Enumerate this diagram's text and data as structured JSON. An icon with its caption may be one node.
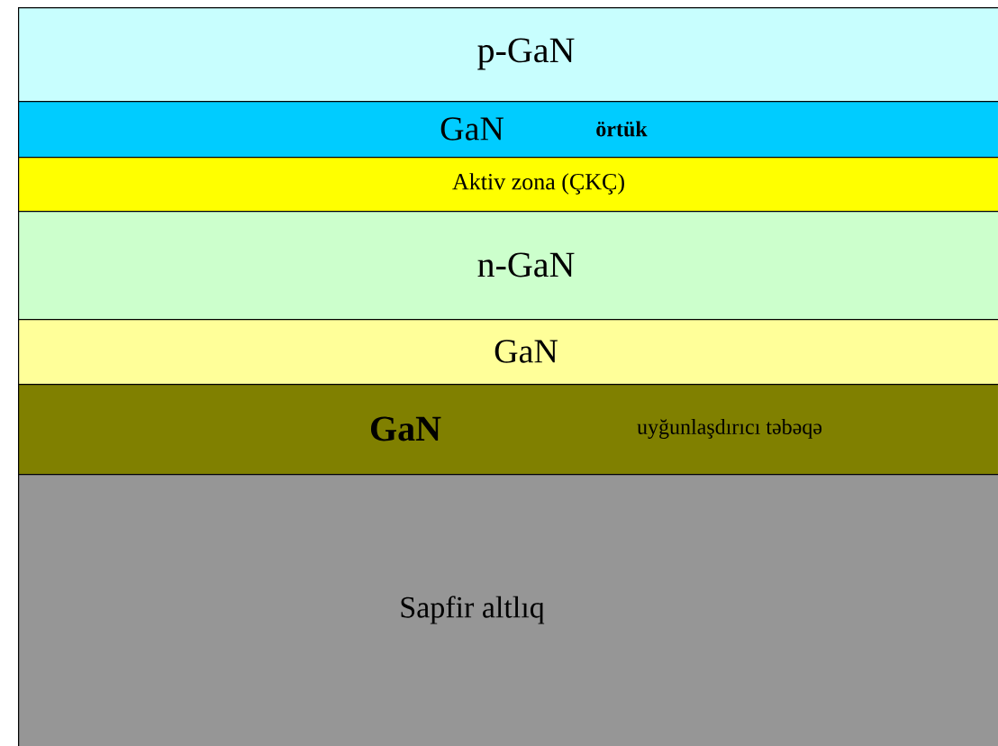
{
  "diagram": {
    "nodes": [
      {
        "text": [
          "p-GaN"
        ]
      },
      {
        "text": [
          "GaN",
          "örtük"
        ]
      },
      {
        "text": [
          "Aktiv zona (ÇKÇ)"
        ]
      },
      {
        "text": [
          "n-GaN"
        ]
      },
      {
        "text": [
          "GaN"
        ]
      },
      {
        "text": [
          "GaN",
          "uyğunlaşdırıcı təbəqə"
        ]
      },
      {
        "text": [
          "Sapfir altlıq"
        ]
      }
    ]
  }
}
